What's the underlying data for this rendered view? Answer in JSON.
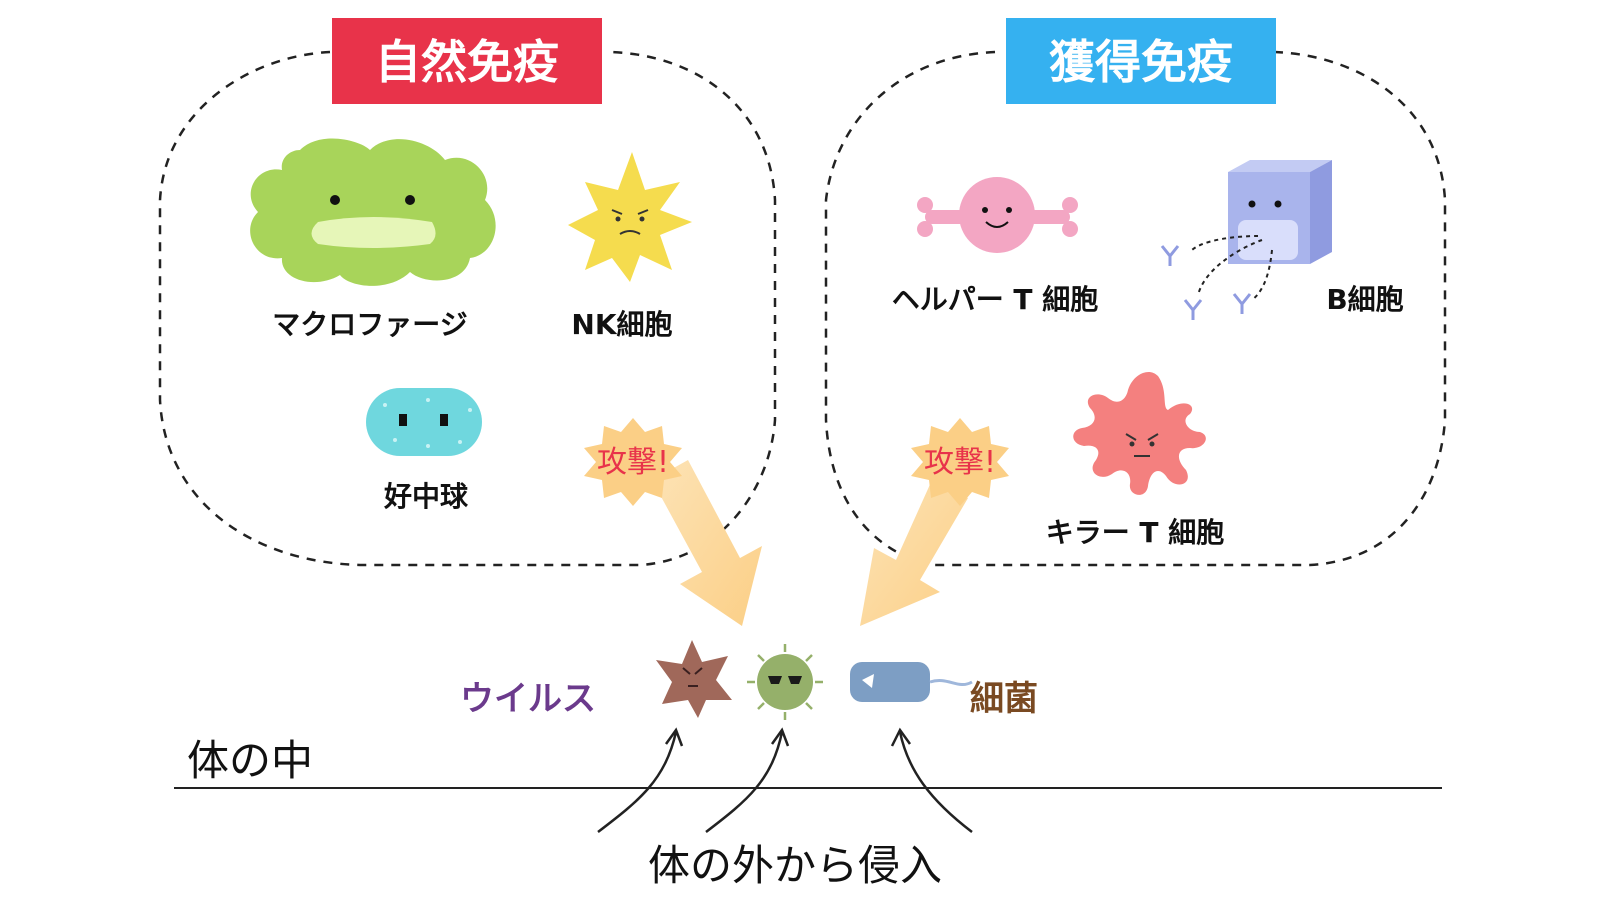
{
  "innate": {
    "title": "自然免疫",
    "color": "#e8334a",
    "macrophage_label": "マクロファージ",
    "nk_label": "NK細胞",
    "neutrophil_label": "好中球",
    "attack_label": "攻撃!"
  },
  "adaptive": {
    "title": "獲得免疫",
    "color": "#35b1f0",
    "helper_t_label": "ヘルパー T 細胞",
    "b_cell_label": "B細胞",
    "killer_t_label": "キラー T 細胞",
    "attack_label": "攻撃!"
  },
  "pathogens": {
    "virus_label": "ウイルス",
    "virus_color": "#6b3a8c",
    "bacteria_label": "細菌",
    "bacteria_color": "#7a4a22"
  },
  "body": {
    "inside_label": "体の中",
    "invasion_label": "体の外から侵入"
  }
}
